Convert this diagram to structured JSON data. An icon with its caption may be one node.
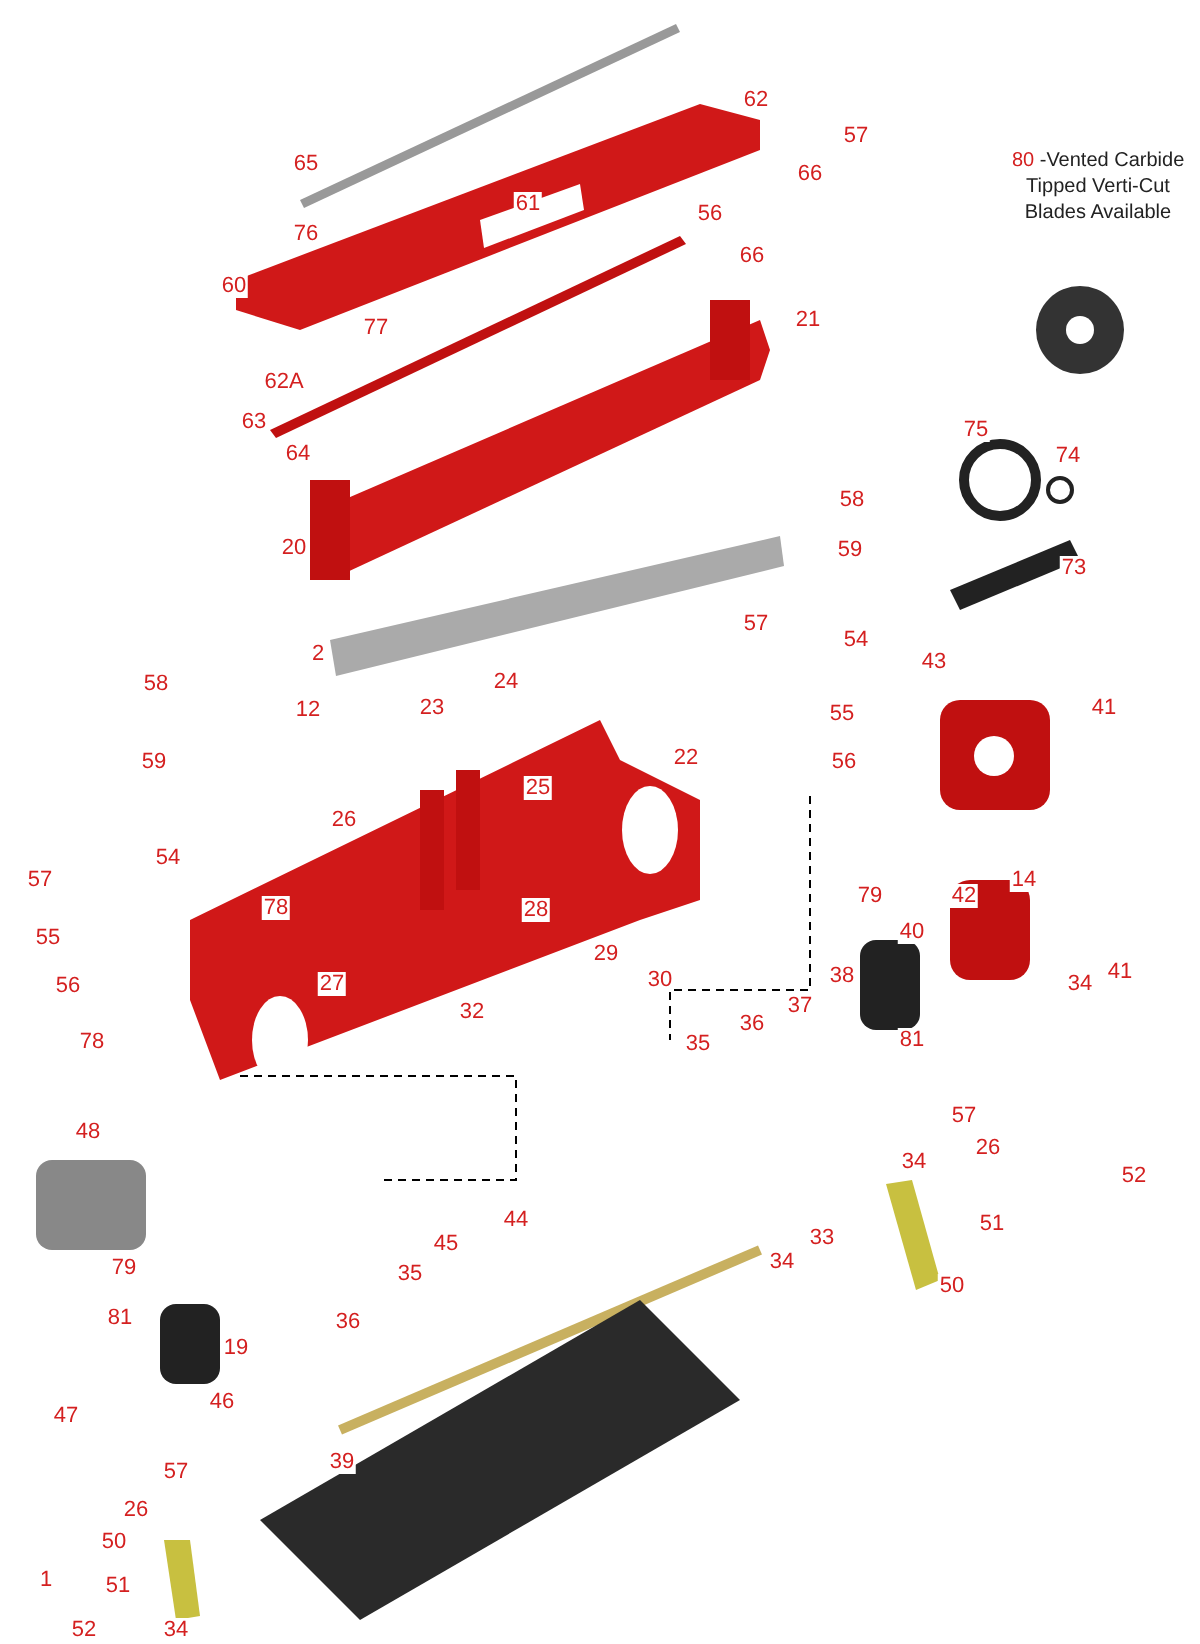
{
  "diagram": {
    "labels": [
      "80",
      "-Vented Carbide Tipped Verti-Cut Blades Available",
      "62",
      "57",
      "65",
      "61",
      "66",
      "56",
      "66",
      "76",
      "60",
      "77",
      "62A",
      "21",
      "63",
      "64",
      "75",
      "74",
      "58",
      "20",
      "59",
      "73",
      "2",
      "57",
      "54",
      "24",
      "12",
      "58",
      "23",
      "43",
      "41",
      "55",
      "22",
      "25",
      "59",
      "56",
      "26",
      "14",
      "79",
      "40",
      "42",
      "54",
      "57",
      "78",
      "28",
      "29",
      "30",
      "27",
      "38",
      "34",
      "41",
      "55",
      "56",
      "37",
      "36",
      "81",
      "35",
      "78",
      "32",
      "48",
      "34",
      "57",
      "26",
      "52",
      "44",
      "51",
      "33",
      "34",
      "45",
      "79",
      "35",
      "50",
      "81",
      "36",
      "19",
      "46",
      "47",
      "39",
      "57",
      "26",
      "50",
      "51",
      "1",
      "52",
      "34"
    ]
  }
}
